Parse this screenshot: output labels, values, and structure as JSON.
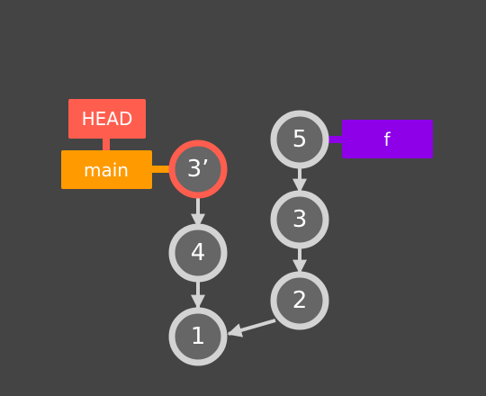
{
  "refs": {
    "head": {
      "label": "HEAD",
      "color": "#ff5e4f"
    },
    "main": {
      "label": "main",
      "color": "#ff9a00"
    },
    "feature": {
      "label": "f",
      "color": "#8d00e8"
    }
  },
  "commits": {
    "c3p": {
      "label": "3’",
      "highlight_color": "#ff5e4f"
    },
    "c4": {
      "label": "4"
    },
    "c1": {
      "label": "1"
    },
    "c5": {
      "label": "5"
    },
    "c3": {
      "label": "3"
    },
    "c2": {
      "label": "2"
    }
  },
  "colors": {
    "background": "#444444",
    "node_fill": "#666666",
    "node_border": "#d3d3d3",
    "edge": "#d3d3d3"
  }
}
